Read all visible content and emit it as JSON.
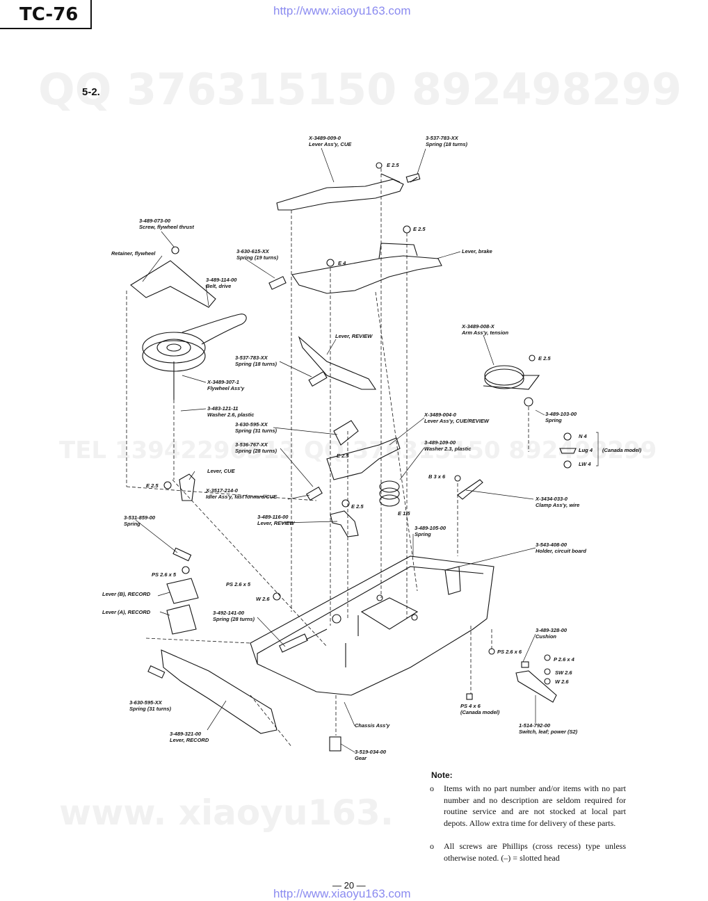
{
  "header": {
    "model": "TC-76",
    "url_top": "http://www.xiaoyu163.com",
    "url_bottom": "http://www.xiaoyu163.com",
    "section": "5-2."
  },
  "watermarks": {
    "qq": "QQ 376315150  892498299",
    "tel_mid": "TEL 13942296513  QQ 376315150  892498299",
    "site": "www. xiaoyu163."
  },
  "parts": [
    {
      "id": "p01",
      "lines": [
        "X-3489-009-0",
        "Lever Ass'y, CUE"
      ]
    },
    {
      "id": "p02",
      "lines": [
        "3-537-783-XX",
        "Spring (18 turns)"
      ]
    },
    {
      "id": "p03",
      "lines": [
        "E 2.5"
      ]
    },
    {
      "id": "p04",
      "lines": [
        "E 2.5"
      ]
    },
    {
      "id": "p05",
      "lines": [
        "3-489-073-00",
        "Screw, flywheel thrust"
      ]
    },
    {
      "id": "p06",
      "lines": [
        "Retainer, flywheel"
      ]
    },
    {
      "id": "p07",
      "lines": [
        "3-630-615-XX",
        "Spring (19 turns)"
      ]
    },
    {
      "id": "p08",
      "lines": [
        "E 4"
      ]
    },
    {
      "id": "p09",
      "lines": [
        "Lever, brake"
      ]
    },
    {
      "id": "p10",
      "lines": [
        "3-489-114-00",
        "Belt, drive"
      ]
    },
    {
      "id": "p11",
      "lines": [
        "Lever, REVIEW"
      ]
    },
    {
      "id": "p12",
      "lines": [
        "X-3489-008-X",
        "Arm Ass'y, tension"
      ]
    },
    {
      "id": "p13",
      "lines": [
        "3-537-783-XX",
        "Spring (18 turns)"
      ]
    },
    {
      "id": "p14",
      "lines": [
        "E 2.5"
      ]
    },
    {
      "id": "p15",
      "lines": [
        "X-3489-307-1",
        "Flywheel Ass'y"
      ]
    },
    {
      "id": "p16",
      "lines": [
        "3-483-121-11",
        "Washer 2.6, plastic"
      ]
    },
    {
      "id": "p17",
      "lines": [
        "X-3489-004-0",
        "Lever Ass'y, CUE/REVIEW"
      ]
    },
    {
      "id": "p18",
      "lines": [
        "3-489-103-00",
        "Spring"
      ]
    },
    {
      "id": "p19",
      "lines": [
        "3-630-595-XX",
        "Spring (31 turns)"
      ]
    },
    {
      "id": "p20",
      "lines": [
        "3-536-767-XX",
        "Spring (28 turns)"
      ]
    },
    {
      "id": "p21",
      "lines": [
        "3-489-109-00",
        "Washer 2.3, plastic"
      ]
    },
    {
      "id": "p22",
      "lines": [
        "E 2.5"
      ]
    },
    {
      "id": "p23",
      "lines": [
        "N 4"
      ]
    },
    {
      "id": "p24",
      "lines": [
        "Lug 4"
      ]
    },
    {
      "id": "p25",
      "lines": [
        "(Canada model)"
      ]
    },
    {
      "id": "p26",
      "lines": [
        "LW 4"
      ]
    },
    {
      "id": "p27",
      "lines": [
        "Lever, CUE"
      ]
    },
    {
      "id": "p28",
      "lines": [
        "B 3 x 6"
      ]
    },
    {
      "id": "p29",
      "lines": [
        "E 2.5"
      ]
    },
    {
      "id": "p30",
      "lines": [
        "X-3517-214-0",
        "Idler Ass'y, fast forward/CUE"
      ]
    },
    {
      "id": "p31",
      "lines": [
        "E 2.5"
      ]
    },
    {
      "id": "p32",
      "lines": [
        "X-3434-033-0",
        "Clamp Ass'y, wire"
      ]
    },
    {
      "id": "p33",
      "lines": [
        "E 1.5"
      ]
    },
    {
      "id": "p34",
      "lines": [
        "3-531-859-00",
        "Spring"
      ]
    },
    {
      "id": "p35",
      "lines": [
        "3-489-116-00",
        "Lever, REVIEW"
      ]
    },
    {
      "id": "p36",
      "lines": [
        "3-489-105-00",
        "Spring"
      ]
    },
    {
      "id": "p37",
      "lines": [
        "3-543-408-00",
        "Holder, circuit board"
      ]
    },
    {
      "id": "p38",
      "lines": [
        "PS 2.6 x 5"
      ]
    },
    {
      "id": "p39",
      "lines": [
        "PS 2.6 x 5"
      ]
    },
    {
      "id": "p40",
      "lines": [
        "Lever (B), RECORD"
      ]
    },
    {
      "id": "p41",
      "lines": [
        "W 2.6"
      ]
    },
    {
      "id": "p42",
      "lines": [
        "Lever (A), RECORD"
      ]
    },
    {
      "id": "p43",
      "lines": [
        "3-492-141-00",
        "Spring (28 turns)"
      ]
    },
    {
      "id": "p44",
      "lines": [
        "3-489-328-00",
        "Cushion"
      ]
    },
    {
      "id": "p45",
      "lines": [
        "PS 2.6 x 6"
      ]
    },
    {
      "id": "p46",
      "lines": [
        "P 2.6 x 4"
      ]
    },
    {
      "id": "p47",
      "lines": [
        "SW 2.6"
      ]
    },
    {
      "id": "p48",
      "lines": [
        "W 2.6"
      ]
    },
    {
      "id": "p49",
      "lines": [
        "3-630-595-XX",
        "Spring (31 turns)"
      ]
    },
    {
      "id": "p50",
      "lines": [
        "PS 4 x 6",
        "(Canada model)"
      ]
    },
    {
      "id": "p51",
      "lines": [
        "Chassis Ass'y"
      ]
    },
    {
      "id": "p52",
      "lines": [
        "1-514-792-00",
        "Switch, leaf; power (S2)"
      ]
    },
    {
      "id": "p53",
      "lines": [
        "3-489-321-00",
        "Lever, RECORD"
      ]
    },
    {
      "id": "p54",
      "lines": [
        "3-519-034-00",
        "Gear"
      ]
    }
  ],
  "note": {
    "title": "Note:",
    "bullet": "o",
    "items": [
      "Items with no part number and/or items with no part number and no description are seldom required for routine service and are not stocked at local part depots. Allow extra time for delivery of these parts.",
      "All screws are Phillips (cross recess) type unless otherwise noted. (–) = slotted head"
    ]
  },
  "page_number": "— 20 —"
}
